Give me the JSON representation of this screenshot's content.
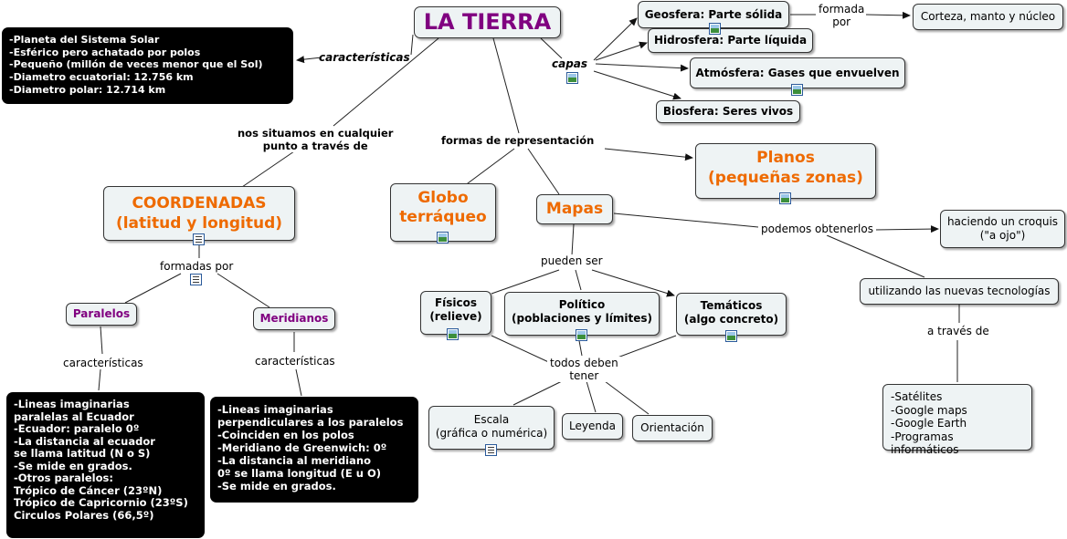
{
  "title": "LA TIERRA",
  "colors": {
    "title": "#800080",
    "highlight": "#ee6a00",
    "node_bg": "#eef3f4",
    "black_box": "#000000"
  },
  "icons": {
    "image": "image-icon",
    "document": "document-icon"
  },
  "nodes": {
    "caracteristicas_tierra": "-Planeta del Sistema Solar\n-Esférico pero achatado por polos\n-Pequeño (millón de veces menor que el Sol)\n-Diametro ecuatorial: 12.756 km\n-Diametro polar: 12.714 km",
    "geosfera": "Geosfera: Parte sólida",
    "corteza": "Corteza, manto y núcleo",
    "hidrosfera": "Hidrosfera: Parte líquida",
    "atmosfera": "Atmósfera: Gases que envuelven",
    "biosfera": "Biosfera: Seres vivos",
    "coordenadas": "COORDENADAS\n(latitud y longitud)",
    "globo": "Globo\nterráqueo",
    "mapas": "Mapas",
    "planos": "Planos\n(pequeñas zonas)",
    "croquis": "haciendo un croquis\n(\"a ojo\")",
    "tecnologias": "utilizando las nuevas tecnologías",
    "satelites": "-Satélites\n-Google maps\n-Google Earth\n-Programas informáticos",
    "paralelos": "Paralelos",
    "meridianos": "Meridianos",
    "fisicos": "Físicos\n(relieve)",
    "politico": "Político\n(poblaciones y límites)",
    "tematicos": "Temáticos\n(algo concreto)",
    "escala": "Escala\n(gráfica o numérica)",
    "leyenda": "Leyenda",
    "orientacion": "Orientación",
    "paralelos_info": "-Lineas imaginarias\nparalelas al Ecuador\n-Ecuador: paralelo 0º\n-La distancia al ecuador\nse llama latitud (N o S)\n-Se mide en grados.\n-Otros paralelos:\nTrópico de Cáncer (23ºN)\nTrópico de Capricornio (23ºS)\nCirculos Polares (66,5º)",
    "meridianos_info": "-Lineas imaginarias\nperpendiculares a los paralelos\n-Coinciden en los polos\n-Meridiano de Greenwich: 0º\n-La distancia al meridiano\n0º se llama longitud (E u O)\n-Se mide en grados."
  },
  "labels": {
    "caracteristicas": "características",
    "capas": "capas",
    "formada_por": "formada\npor",
    "nos_situamos": "nos situamos en cualquier\npunto a través de",
    "formas": "formas de representación",
    "podemos": "podemos obtenerlos",
    "formadas_por": "formadas por",
    "pueden_ser": "pueden ser",
    "a_traves_de": "a través de",
    "caract_paralelos": "características",
    "caract_meridianos": "características",
    "todos_deben": "todos deben\ntener"
  }
}
